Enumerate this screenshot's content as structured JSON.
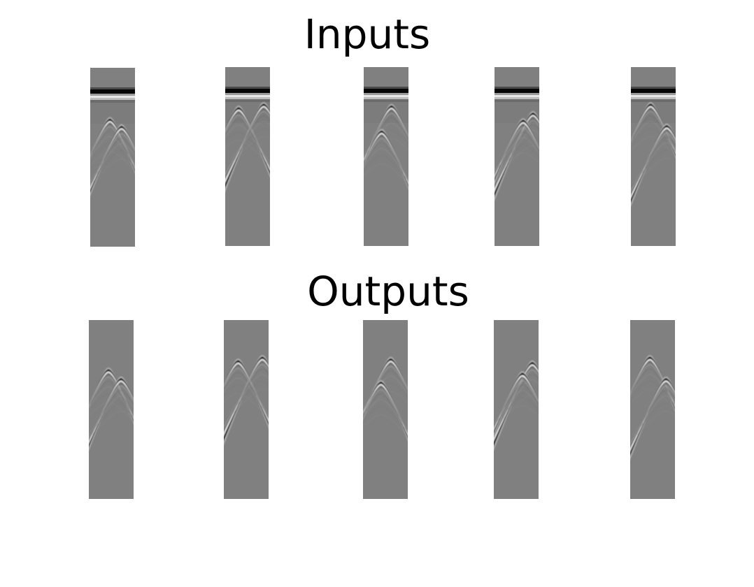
{
  "titles": {
    "inputs": "Inputs",
    "outputs": "Outputs"
  },
  "colors": {
    "background": "#ffffff",
    "panel_gray": "#808080"
  },
  "inputs": [
    {
      "id": "input-1",
      "has_surface_band": true,
      "hyperbolas": [
        {
          "apex_x": 0.44,
          "apex_y": 0.29
        },
        {
          "apex_x": 0.7,
          "apex_y": 0.33
        }
      ]
    },
    {
      "id": "input-2",
      "has_surface_band": true,
      "hyperbolas": [
        {
          "apex_x": 0.3,
          "apex_y": 0.23
        },
        {
          "apex_x": 0.86,
          "apex_y": 0.21
        }
      ]
    },
    {
      "id": "input-3",
      "has_surface_band": true,
      "hyperbolas": [
        {
          "apex_x": 0.62,
          "apex_y": 0.22
        },
        {
          "apex_x": 0.4,
          "apex_y": 0.36
        }
      ]
    },
    {
      "id": "input-4",
      "has_surface_band": true,
      "hyperbolas": [
        {
          "apex_x": 0.86,
          "apex_y": 0.26
        },
        {
          "apex_x": 0.64,
          "apex_y": 0.3
        }
      ]
    },
    {
      "id": "input-5",
      "has_surface_band": true,
      "hyperbolas": [
        {
          "apex_x": 0.44,
          "apex_y": 0.21
        },
        {
          "apex_x": 0.8,
          "apex_y": 0.33
        }
      ]
    }
  ],
  "outputs": [
    {
      "id": "output-1",
      "has_surface_band": false,
      "hyperbolas": [
        {
          "apex_x": 0.44,
          "apex_y": 0.28
        },
        {
          "apex_x": 0.72,
          "apex_y": 0.33
        }
      ]
    },
    {
      "id": "output-2",
      "has_surface_band": false,
      "hyperbolas": [
        {
          "apex_x": 0.32,
          "apex_y": 0.23
        },
        {
          "apex_x": 0.86,
          "apex_y": 0.21
        }
      ]
    },
    {
      "id": "output-3",
      "has_surface_band": false,
      "hyperbolas": [
        {
          "apex_x": 0.62,
          "apex_y": 0.22
        },
        {
          "apex_x": 0.4,
          "apex_y": 0.35
        }
      ]
    },
    {
      "id": "output-4",
      "has_surface_band": false,
      "hyperbolas": [
        {
          "apex_x": 0.86,
          "apex_y": 0.24
        },
        {
          "apex_x": 0.64,
          "apex_y": 0.3
        }
      ]
    },
    {
      "id": "output-5",
      "has_surface_band": false,
      "hyperbolas": [
        {
          "apex_x": 0.44,
          "apex_y": 0.21
        },
        {
          "apex_x": 0.8,
          "apex_y": 0.33
        }
      ]
    }
  ]
}
